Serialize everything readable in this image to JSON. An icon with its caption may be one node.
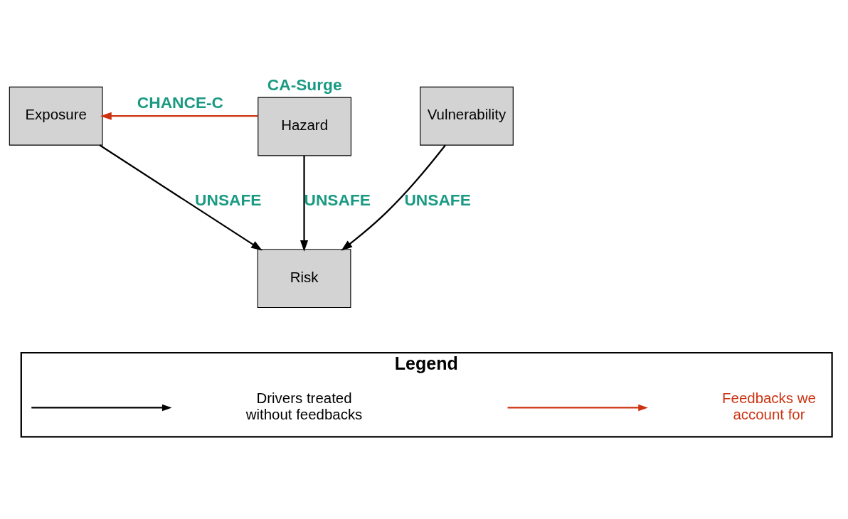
{
  "diagram": {
    "nodes": [
      {
        "text": [
          "Exposure"
        ]
      },
      {
        "text": [
          "Hazard"
        ],
        "beside": [
          "CA-Surge"
        ]
      },
      {
        "text": [
          "Vulnerability"
        ]
      },
      {
        "text": [
          "Risk"
        ]
      },
      {
        "text": [
          "Legend"
        ]
      }
    ],
    "edges": [
      {
        "from": 1,
        "to": 0,
        "arrow": "to",
        "label": "CHANCE-C",
        "color": "#cc3311"
      },
      {
        "from": 0,
        "to": 3,
        "arrow": "to",
        "label": "UNSAFE"
      },
      {
        "from": 1,
        "to": 3,
        "arrow": "to",
        "label": "UNSAFE"
      },
      {
        "from": 2,
        "to": 3,
        "arrow": "to",
        "label": "UNSAFE"
      }
    ],
    "legend": [
      {
        "text": "Drivers treated without feedbacks",
        "color": "#000000"
      },
      {
        "text": "Feedbacks we account for",
        "color": "#cc3311"
      }
    ]
  }
}
